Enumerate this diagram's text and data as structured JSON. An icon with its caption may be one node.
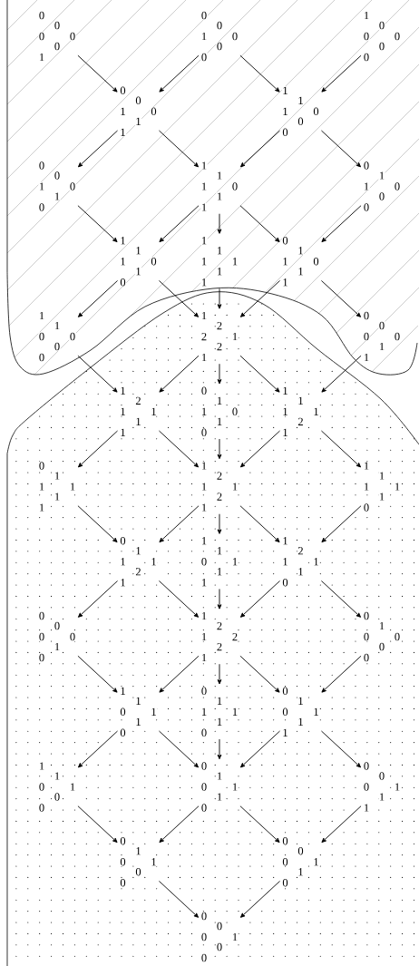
{
  "diagram": {
    "nodes": [
      {
        "text": [
          "0",
          "0",
          "0",
          "0",
          "0",
          "1"
        ]
      },
      {
        "text": [
          "0",
          "0",
          "1",
          "0",
          "0",
          "0"
        ]
      },
      {
        "text": [
          "1",
          "0",
          "0",
          "0",
          "0",
          "0"
        ]
      },
      {
        "text": [
          "0",
          "0",
          "1",
          "0",
          "1",
          "1"
        ]
      },
      {
        "text": [
          "1",
          "1",
          "1",
          "0",
          "0",
          "0"
        ]
      },
      {
        "text": [
          "0",
          "0",
          "1",
          "0",
          "1",
          "0"
        ]
      },
      {
        "text": [
          "1",
          "1",
          "1",
          "0",
          "1",
          "1"
        ]
      },
      {
        "text": [
          "0",
          "1",
          "1",
          "0",
          "0",
          "0"
        ]
      },
      {
        "text": [
          "1",
          "1",
          "1",
          "0",
          "1",
          "0"
        ]
      },
      {
        "text": [
          "1",
          "1",
          "1",
          "1",
          "1",
          "1"
        ]
      },
      {
        "text": [
          "0",
          "1",
          "1",
          "0",
          "1",
          "1"
        ]
      },
      {
        "text": [
          "1",
          "1",
          "0",
          "0",
          "0",
          "0"
        ]
      },
      {
        "text": [
          "1",
          "2",
          "2",
          "1",
          "2",
          "1"
        ]
      },
      {
        "text": [
          "0",
          "0",
          "0",
          "0",
          "1",
          "1"
        ]
      },
      {
        "text": [
          "1",
          "2",
          "1",
          "1",
          "1",
          "1"
        ]
      },
      {
        "text": [
          "0",
          "1",
          "1",
          "0",
          "1",
          "0"
        ]
      },
      {
        "text": [
          "1",
          "1",
          "1",
          "1",
          "2",
          "1"
        ]
      },
      {
        "text": [
          "0",
          "1",
          "1",
          "1",
          "1",
          "1"
        ]
      },
      {
        "text": [
          "1",
          "2",
          "1",
          "1",
          "2",
          "1"
        ]
      },
      {
        "text": [
          "1",
          "1",
          "1",
          "1",
          "1",
          "0"
        ]
      },
      {
        "text": [
          "0",
          "1",
          "1",
          "1",
          "2",
          "1"
        ]
      },
      {
        "text": [
          "1",
          "1",
          "0",
          "1",
          "1",
          "1"
        ]
      },
      {
        "text": [
          "1",
          "2",
          "1",
          "1",
          "1",
          "0"
        ]
      },
      {
        "text": [
          "0",
          "0",
          "0",
          "0",
          "1",
          "0"
        ]
      },
      {
        "text": [
          "1",
          "2",
          "1",
          "2",
          "2",
          "1"
        ]
      },
      {
        "text": [
          "0",
          "1",
          "0",
          "0",
          "0",
          "0"
        ]
      },
      {
        "text": [
          "1",
          "1",
          "0",
          "1",
          "1",
          "0"
        ]
      },
      {
        "text": [
          "0",
          "1",
          "1",
          "1",
          "1",
          "0"
        ]
      },
      {
        "text": [
          "0",
          "1",
          "0",
          "1",
          "1",
          "1"
        ]
      },
      {
        "text": [
          "1",
          "1",
          "0",
          "1",
          "0",
          "0"
        ]
      },
      {
        "text": [
          "0",
          "1",
          "0",
          "1",
          "1",
          "0"
        ]
      },
      {
        "text": [
          "0",
          "0",
          "0",
          "1",
          "1",
          "1"
        ]
      },
      {
        "text": [
          "0",
          "1",
          "0",
          "1",
          "0",
          "0"
        ]
      },
      {
        "text": [
          "0",
          "0",
          "0",
          "1",
          "1",
          "0"
        ]
      },
      {
        "text": [
          "0",
          "0",
          "0",
          "1",
          "0",
          "0"
        ]
      }
    ],
    "edges": [
      {
        "from": 0,
        "to": 3,
        "arrow": "to"
      },
      {
        "from": 1,
        "to": 3,
        "arrow": "to"
      },
      {
        "from": 1,
        "to": 4,
        "arrow": "to"
      },
      {
        "from": 2,
        "to": 4,
        "arrow": "to"
      },
      {
        "from": 3,
        "to": 5,
        "arrow": "to"
      },
      {
        "from": 3,
        "to": 6,
        "arrow": "to"
      },
      {
        "from": 4,
        "to": 6,
        "arrow": "to"
      },
      {
        "from": 4,
        "to": 7,
        "arrow": "to"
      },
      {
        "from": 5,
        "to": 8,
        "arrow": "to"
      },
      {
        "from": 6,
        "to": 8,
        "arrow": "to"
      },
      {
        "from": 6,
        "to": 9,
        "arrow": "to"
      },
      {
        "from": 6,
        "to": 10,
        "arrow": "to"
      },
      {
        "from": 7,
        "to": 10,
        "arrow": "to"
      },
      {
        "from": 8,
        "to": 11,
        "arrow": "to"
      },
      {
        "from": 8,
        "to": 12,
        "arrow": "to"
      },
      {
        "from": 9,
        "to": 12,
        "arrow": "to"
      },
      {
        "from": 10,
        "to": 12,
        "arrow": "to"
      },
      {
        "from": 10,
        "to": 13,
        "arrow": "to"
      },
      {
        "from": 11,
        "to": 14,
        "arrow": "to"
      },
      {
        "from": 12,
        "to": 14,
        "arrow": "to"
      },
      {
        "from": 12,
        "to": 15,
        "arrow": "to"
      },
      {
        "from": 12,
        "to": 16,
        "arrow": "to"
      },
      {
        "from": 13,
        "to": 16,
        "arrow": "to"
      },
      {
        "from": 14,
        "to": 17,
        "arrow": "to"
      },
      {
        "from": 14,
        "to": 18,
        "arrow": "to"
      },
      {
        "from": 15,
        "to": 18,
        "arrow": "to"
      },
      {
        "from": 16,
        "to": 18,
        "arrow": "to"
      },
      {
        "from": 16,
        "to": 19,
        "arrow": "to"
      },
      {
        "from": 17,
        "to": 20,
        "arrow": "to"
      },
      {
        "from": 18,
        "to": 20,
        "arrow": "to"
      },
      {
        "from": 18,
        "to": 21,
        "arrow": "to"
      },
      {
        "from": 18,
        "to": 22,
        "arrow": "to"
      },
      {
        "from": 19,
        "to": 22,
        "arrow": "to"
      },
      {
        "from": 20,
        "to": 23,
        "arrow": "to"
      },
      {
        "from": 20,
        "to": 24,
        "arrow": "to"
      },
      {
        "from": 21,
        "to": 24,
        "arrow": "to"
      },
      {
        "from": 22,
        "to": 24,
        "arrow": "to"
      },
      {
        "from": 22,
        "to": 25,
        "arrow": "to"
      },
      {
        "from": 23,
        "to": 26,
        "arrow": "to"
      },
      {
        "from": 24,
        "to": 26,
        "arrow": "to"
      },
      {
        "from": 24,
        "to": 27,
        "arrow": "to"
      },
      {
        "from": 24,
        "to": 28,
        "arrow": "to"
      },
      {
        "from": 25,
        "to": 28,
        "arrow": "to"
      },
      {
        "from": 26,
        "to": 29,
        "arrow": "to"
      },
      {
        "from": 26,
        "to": 30,
        "arrow": "to"
      },
      {
        "from": 27,
        "to": 30,
        "arrow": "to"
      },
      {
        "from": 28,
        "to": 30,
        "arrow": "to"
      },
      {
        "from": 28,
        "to": 31,
        "arrow": "to"
      },
      {
        "from": 29,
        "to": 32,
        "arrow": "to"
      },
      {
        "from": 30,
        "to": 32,
        "arrow": "to"
      },
      {
        "from": 30,
        "to": 33,
        "arrow": "to"
      },
      {
        "from": 31,
        "to": 33,
        "arrow": "to"
      },
      {
        "from": 32,
        "to": 34,
        "arrow": "to"
      },
      {
        "from": 33,
        "to": 34,
        "arrow": "to"
      }
    ]
  }
}
